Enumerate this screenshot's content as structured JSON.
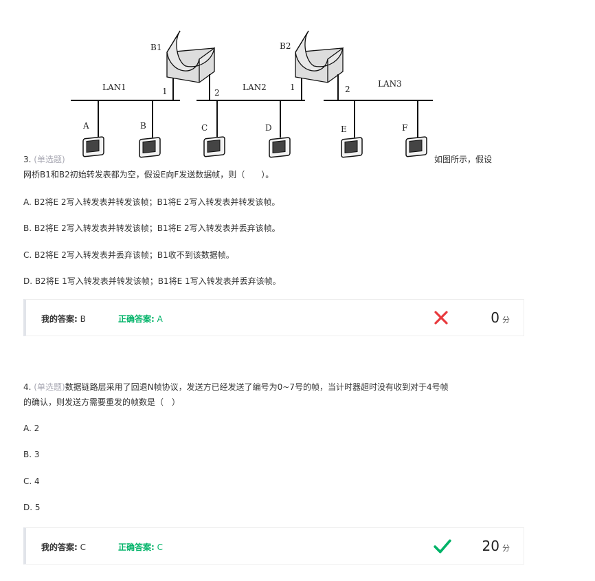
{
  "q3": {
    "number": "3.",
    "type": "(单选题)",
    "trailing_text": "如图所示，假设",
    "text_line2": "网桥B1和B2初始转发表都为空，假设E向F发送数据帧，则（　　）。",
    "diagram": {
      "bridges": [
        "B1",
        "B2"
      ],
      "lans": [
        "LAN1",
        "LAN2",
        "LAN3"
      ],
      "ports": [
        "1",
        "2",
        "1",
        "2"
      ],
      "hosts": [
        "A",
        "B",
        "C",
        "D",
        "E",
        "F"
      ]
    },
    "options": [
      "A. B2将E 2写入转发表并转发该帧；B1将E 2写入转发表并转发该帧。",
      "B. B2将E 2写入转发表并转发该帧；B1将E 2写入转发表并丢弃该帧。",
      "C. B2将E 2写入转发表并丢弃该帧；B1收不到该数据帧。",
      "D. B2将E 1写入转发表并转发该帧；B1将E 1写入转发表并丢弃该帧。"
    ],
    "answer": {
      "my_label": "我的答案:",
      "my_value": "B",
      "correct_label": "正确答案:",
      "correct_value": "A",
      "result_icon": "cross-icon",
      "score": "0",
      "score_unit": "分"
    }
  },
  "q4": {
    "number": "4.",
    "type": "(单选题)",
    "text_line1": "数据链路层采用了回退N帧协议，发送方已经发送了编号为0~7号的帧，当计时器超时没有收到对于4号帧",
    "text_line2": "的确认，则发送方需要重发的帧数是（　）",
    "options": [
      "A. 2",
      "B. 3",
      "C. 4",
      "D. 5"
    ],
    "answer": {
      "my_label": "我的答案:",
      "my_value": "C",
      "correct_label": "正确答案:",
      "correct_value": "C",
      "result_icon": "check-icon",
      "score": "20",
      "score_unit": "分"
    }
  },
  "colors": {
    "correct_green": "#00b368",
    "wrong_red": "#e8393d",
    "question_type_gray": "#a8a8b3"
  }
}
